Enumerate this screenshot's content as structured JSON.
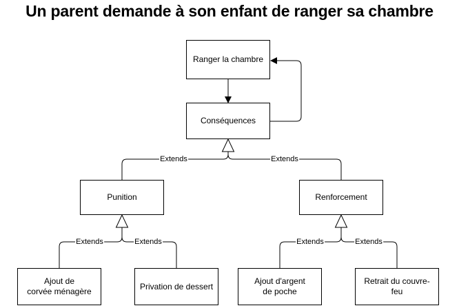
{
  "title": "Un parent demande à son enfant de ranger sa chambre",
  "nodes": {
    "ranger": "Ranger la chambre",
    "consequences": "Conséquences",
    "punition": "Punition",
    "renforcement": "Renforcement",
    "ajout_corvee": "Ajout de\ncorvée ménagère",
    "privation_dessert": "Privation de dessert",
    "ajout_argent": "Ajout d'argent\nde poche",
    "retrait_couvre_feu": "Retrait du couvre-feu"
  },
  "edges": {
    "punition_to_consequences": "Extends",
    "renforcement_to_consequences": "Extends",
    "corvee_to_punition": "Extends",
    "dessert_to_punition": "Extends",
    "argent_to_renforcement": "Extends",
    "couvre_feu_to_renforcement": "Extends"
  }
}
